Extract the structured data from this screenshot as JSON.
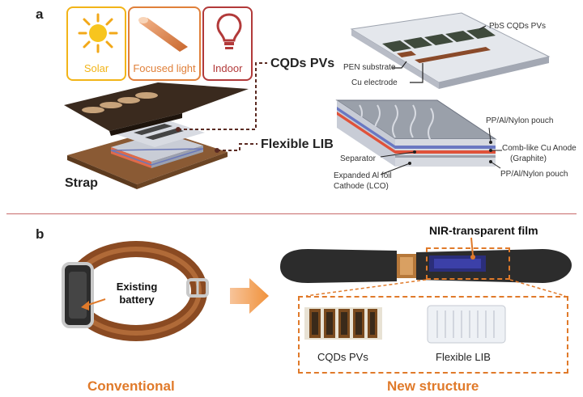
{
  "panel_a": {
    "letter": "a",
    "light_sources": [
      {
        "label": "Solar",
        "color": "#f2b418"
      },
      {
        "label": "Focused light",
        "color": "#e0803a"
      },
      {
        "label": "Indoor",
        "color": "#b23a3a"
      }
    ],
    "cqds_pvs": "CQDs PVs",
    "flexible_lib": "Flexible LIB",
    "strap": "Strap",
    "pv_labels": {
      "pbs": "PbS CQDs PVs",
      "pen": "PEN substrate",
      "cu": "Cu electrode"
    },
    "lib_labels": {
      "pouch_top": "PP/Al/Nylon pouch",
      "anode_1": "Comb-like Cu Anode",
      "anode_2": "(Graphite)",
      "pouch_bottom": "PP/Al/Nylon pouch",
      "separator": "Separator",
      "cathode_1": "Expanded Al foil",
      "cathode_2": "Cathode (LCO)"
    }
  },
  "panel_b": {
    "letter": "b",
    "existing_battery": "Existing battery",
    "nir_film": "NIR-transparent film",
    "cqds_pvs": "CQDs PVs",
    "flexible_lib": "Flexible LIB",
    "conventional": "Conventional",
    "new_structure": "New structure"
  },
  "colors": {
    "accent_orange": "#e07a2a",
    "divider": "#c86a6a",
    "leather_brown": "#8a4a22",
    "dark_strap": "#2c2c2c"
  }
}
